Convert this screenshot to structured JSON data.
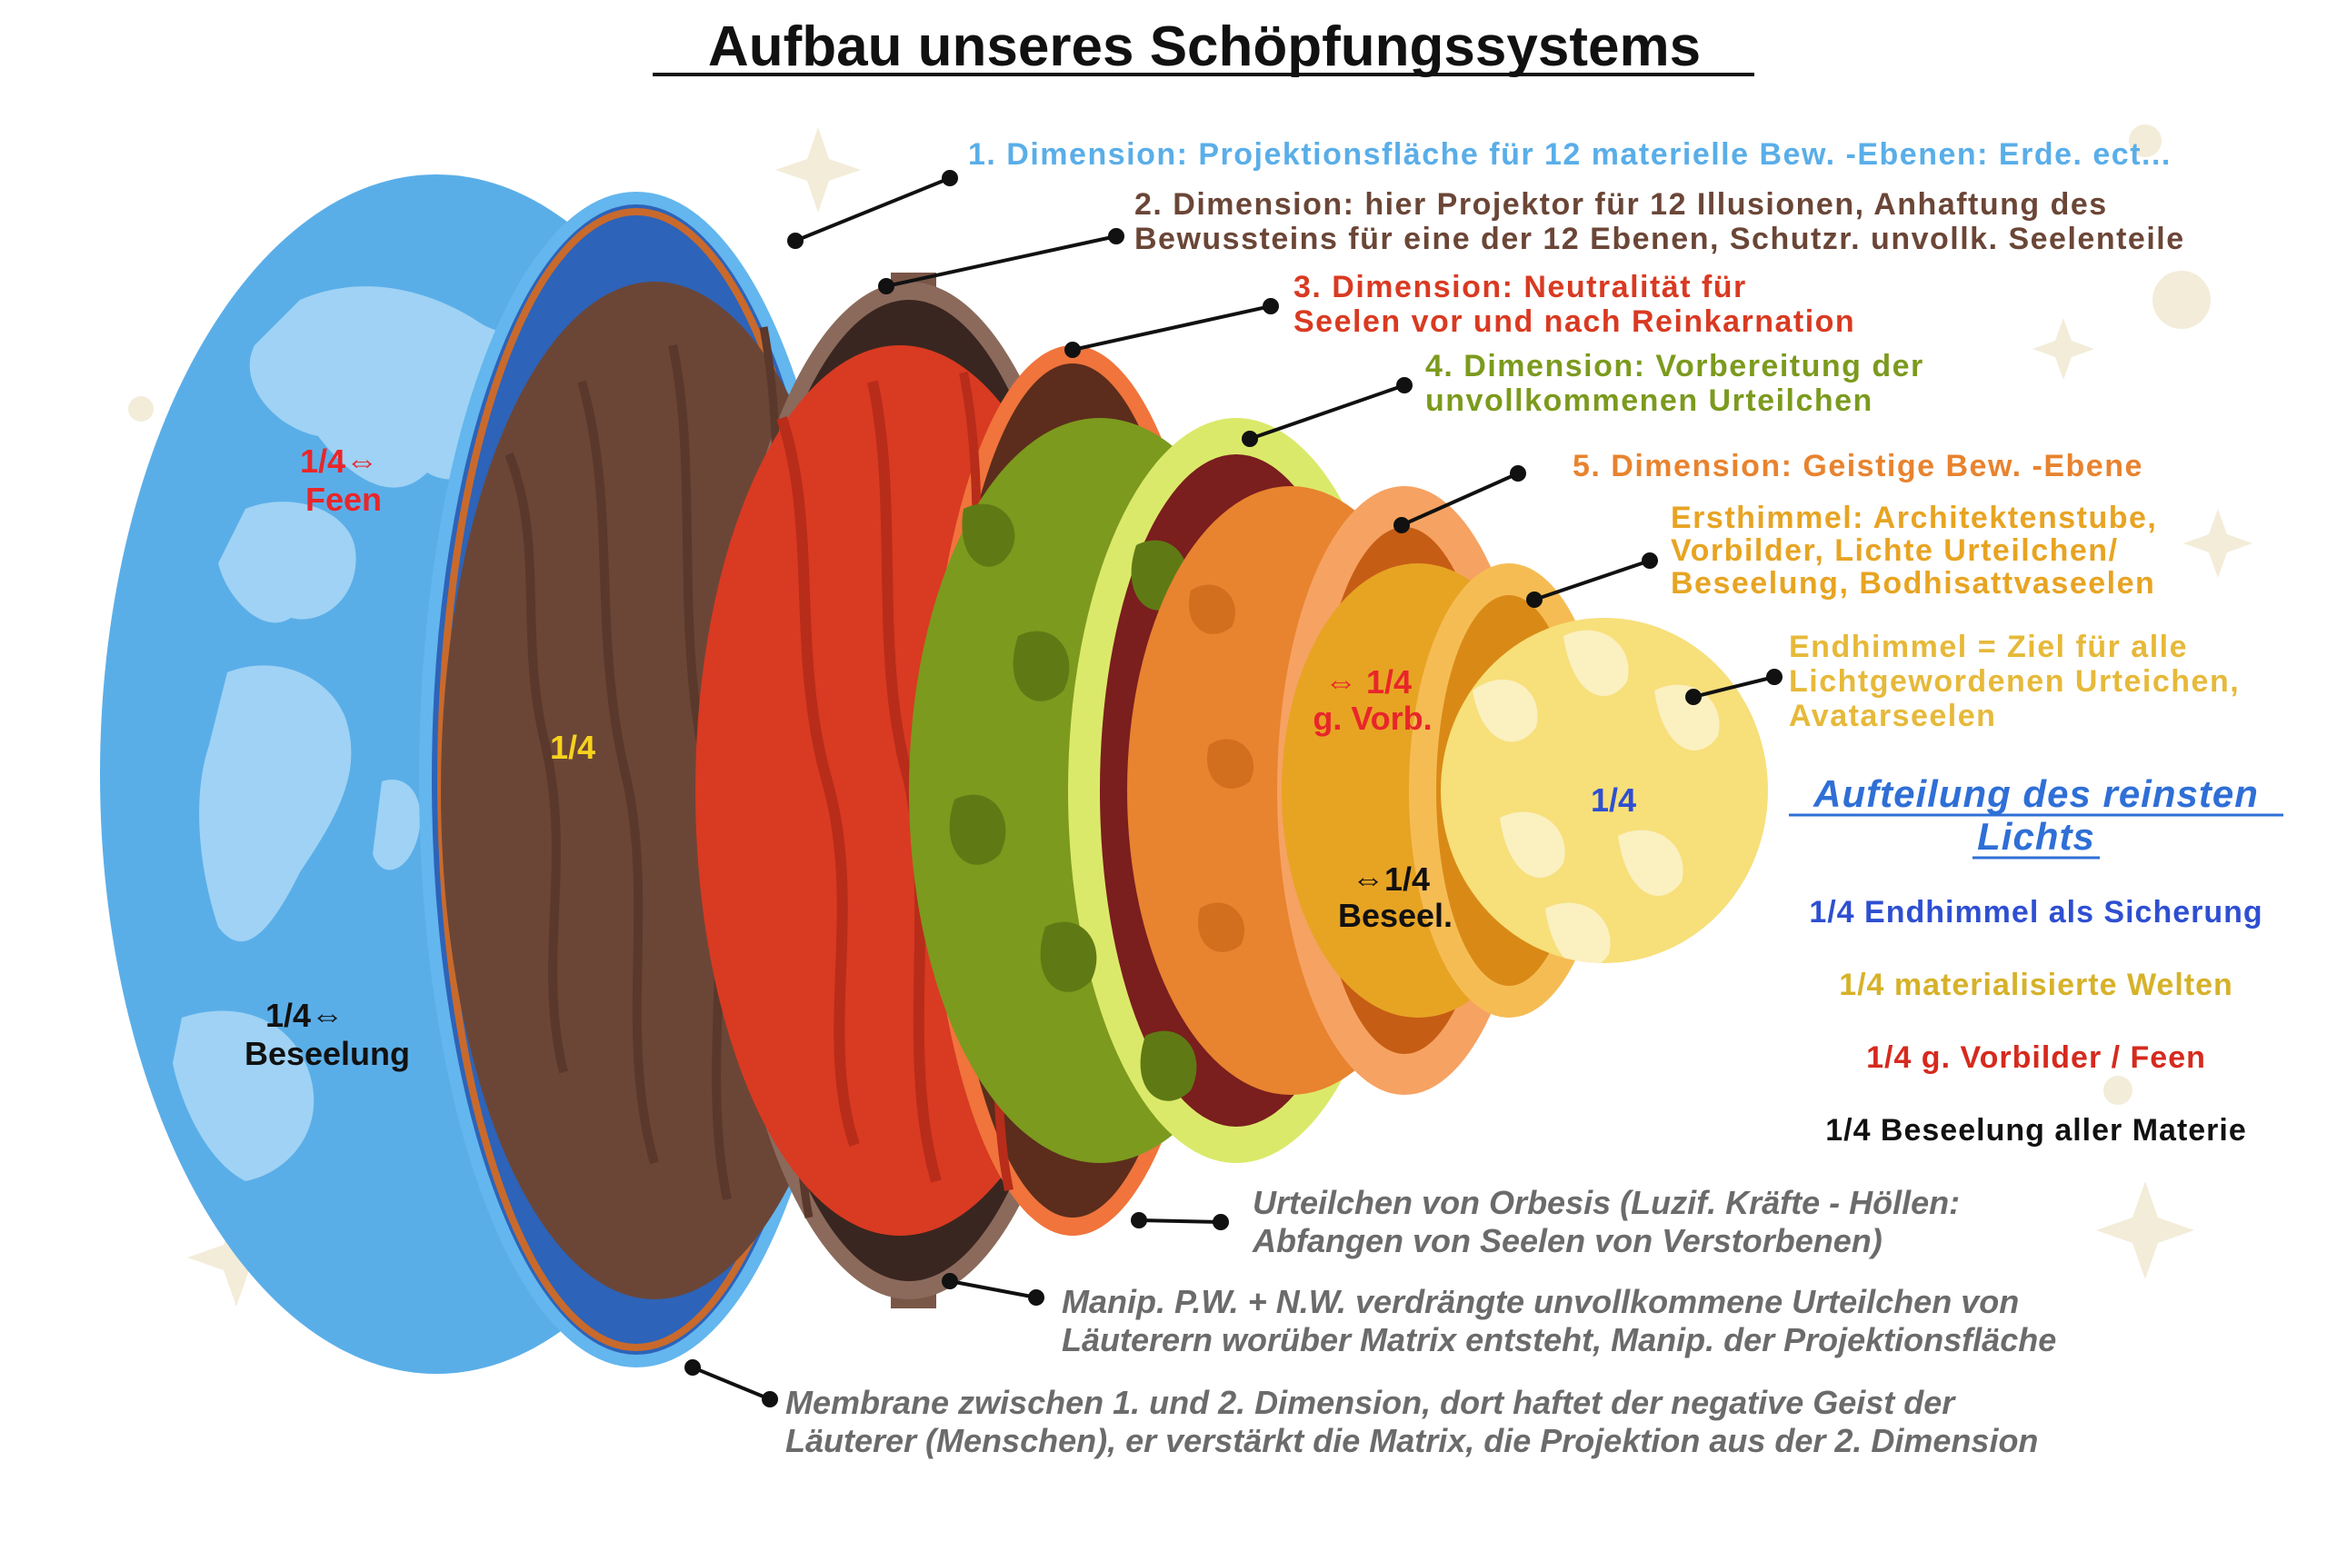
{
  "title": "Aufbau unseres Schöpfungssystems",
  "callouts": {
    "d1": "1. Dimension: Projektionsfläche für 12 materielle Bew. -Ebenen: Erde. ect...",
    "d2": [
      "2. Dimension: hier Projektor für 12 Illusionen, Anhaftung des",
      "Bewussteins für eine der 12 Ebenen, Schutzr. unvollk. Seelenteile"
    ],
    "d3": [
      "3. Dimension: Neutralität für",
      "Seelen vor und nach Reinkarnation"
    ],
    "d4": [
      "4. Dimension: Vorbereitung der",
      "unvollkommenen Urteilchen"
    ],
    "d5": "5. Dimension: Geistige Bew. -Ebene",
    "ersthimmel": [
      "Ersthimmel: Architektenstube,",
      "Vorbilder, Lichte Urteilchen/",
      "Beseelung, Bodhisattvaseelen"
    ],
    "endhimmel": [
      "Endhimmel = Ziel für alle",
      "Lichtgewordenen Urteichen,",
      "Avatarseelen"
    ],
    "orbesis": [
      "Urteilchen von Orbesis (Luzif. Kräfte - Höllen:",
      "Abfangen von Seelen von Verstorbenen)"
    ],
    "manip": [
      "Manip. P.W. + N.W. verdrängte unvollkommene Urteilchen von",
      "Läuterern worüber Matrix entsteht, Manip. der Projektionsfläche"
    ],
    "membrane": [
      "Membrane zwischen 1. und 2. Dimension, dort haftet der negative Geist der",
      "Läuterer (Menschen), er verstärkt die Matrix, die Projektion aus der 2. Dimension"
    ]
  },
  "inset_labels": {
    "feen": [
      "1/4⇔",
      "Feen"
    ],
    "beseelung": [
      "1/4⇔",
      "Beseelung"
    ],
    "quarter_brown": "1/4",
    "vorb": [
      "⇔ 1/4",
      "g. Vorb."
    ],
    "beseel": [
      "⇔1/4",
      "Beseel."
    ],
    "quarter_core": "1/4"
  },
  "legend": {
    "heading": [
      "Aufteilung des reinsten",
      "Lichts"
    ],
    "items": [
      {
        "text": "1/4 Endhimmel als Sicherung",
        "color": "#2e4fd1"
      },
      {
        "text": "1/4 materialisierte Welten",
        "color": "#d6b22a"
      },
      {
        "text": "1/4 g. Vorbilder / Feen",
        "color": "#d62a1e"
      },
      {
        "text": "1/4 Beseelung aller Materie",
        "color": "#111111"
      }
    ]
  },
  "colors": {
    "d1": "#4aa3de",
    "d2": "#6b4637",
    "d3": "#d93a22",
    "d4": "#7c9a1e",
    "d5": "#e8832f",
    "ersthimmel": "#e7b53a",
    "endhimmel": "#f1d35d"
  }
}
